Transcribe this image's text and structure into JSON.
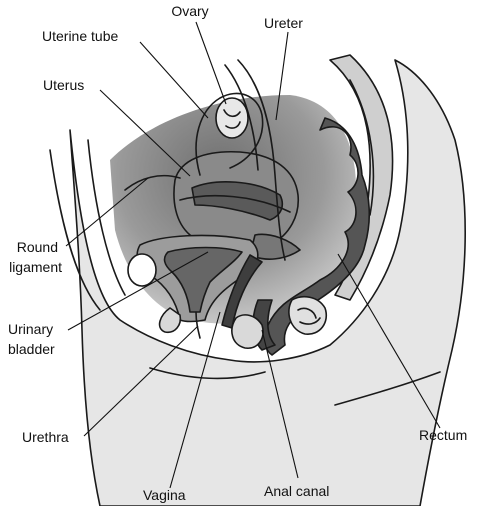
{
  "labels": {
    "ovary": "Ovary",
    "uterine_tube": "Uterine tube",
    "ureter": "Ureter",
    "uterus": "Uterus",
    "round_ligament_1": "Round",
    "round_ligament_2": "ligament",
    "urinary_bladder_1": "Urinary",
    "urinary_bladder_2": "bladder",
    "urethra": "Urethra",
    "vagina": "Vagina",
    "anal_canal": "Anal canal",
    "rectum": "Rectum"
  }
}
